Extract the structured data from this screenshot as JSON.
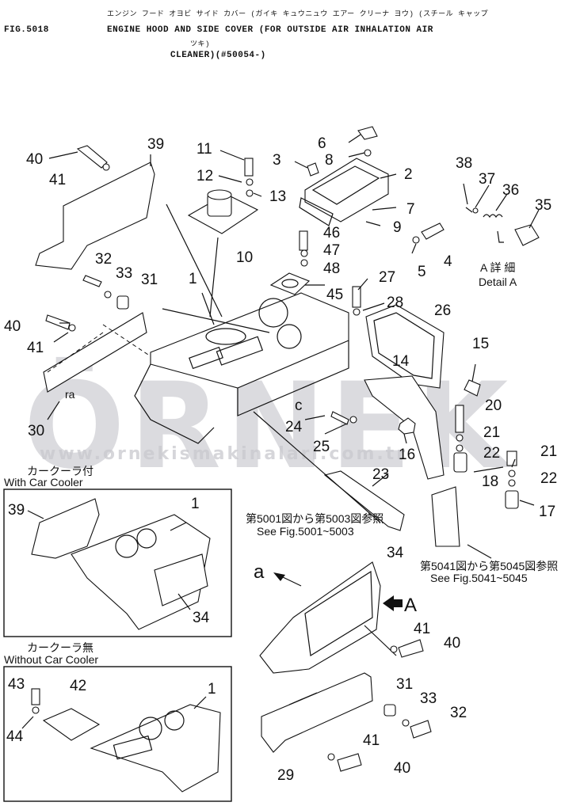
{
  "header": {
    "fig_no": "FIG.5018",
    "kana_line": "エンジン フード オヨビ サイド カバー (ガイキ キュウニュウ エアー クリーナ ヨウ) (スチール キャップ",
    "title_line1": "ENGINE HOOD AND SIDE COVER (FOR OUTSIDE AIR INHALATION AIR",
    "kana_line2": "ツキ)",
    "title_line2": "CLEANER)(#50054-)"
  },
  "watermark": {
    "brand": "ÖRNEK",
    "url": "www.ornekismakinalari.com.tr"
  },
  "detail": {
    "jp": "A 詳 細",
    "en": "Detail A"
  },
  "refs": {
    "fig5001_jp": "第5001図から第5003図参照",
    "fig5001_en": "See Fig.5001~5003",
    "fig5041_jp": "第5041図から第5045図参照",
    "fig5041_en": "See Fig.5041~5045"
  },
  "insets": {
    "with_jp": "カークーラ付",
    "with_en": "With Car Cooler",
    "without_jp": "カークーラ無",
    "without_en": "Without Car Cooler"
  },
  "view_labels": {
    "a_small": "a",
    "a_big": "A",
    "a_fine": "ra",
    "c_mark": "c"
  },
  "callouts": [
    "40",
    "39",
    "41",
    "11",
    "3",
    "6",
    "8",
    "2",
    "12",
    "13",
    "7",
    "9",
    "46",
    "47",
    "48",
    "10",
    "5",
    "4",
    "38",
    "37",
    "36",
    "35",
    "32",
    "33",
    "31",
    "1",
    "45",
    "27",
    "28",
    "26",
    "40",
    "41",
    "15",
    "30",
    "14",
    "20",
    "24",
    "25",
    "16",
    "21",
    "22",
    "18",
    "21",
    "22",
    "17",
    "23",
    "39",
    "1",
    "34",
    "34",
    "41",
    "40",
    "43",
    "42",
    "1",
    "44",
    "31",
    "33",
    "32",
    "29",
    "41",
    "40"
  ]
}
